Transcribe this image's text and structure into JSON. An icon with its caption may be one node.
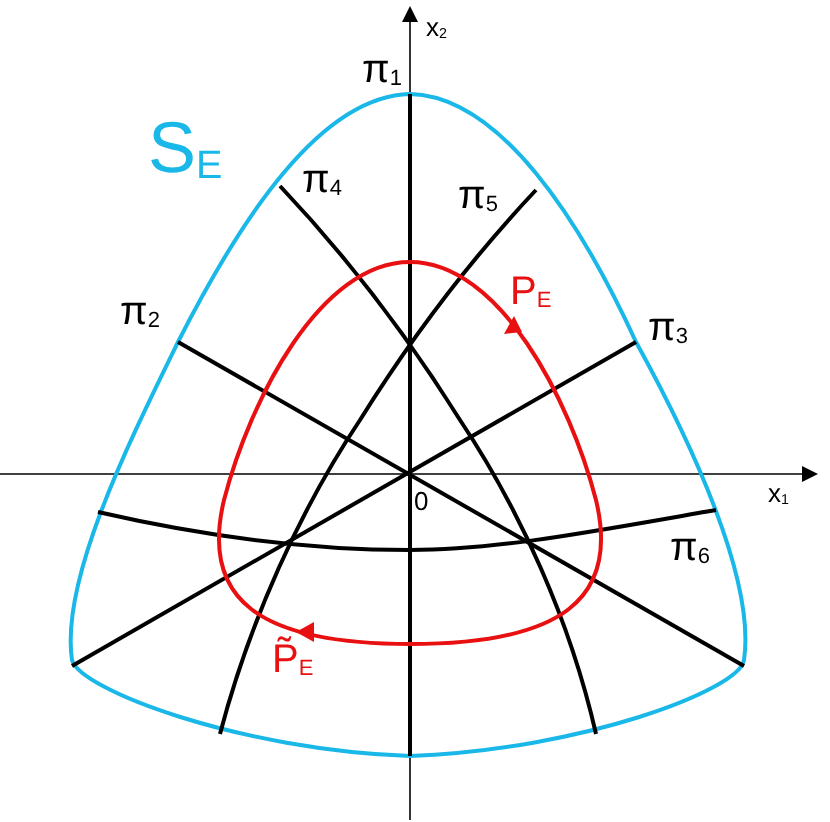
{
  "diagram": {
    "labels": [
      "x$_{2}$",
      "π$_{1}$",
      "S$_{E}$",
      "π$_{4}$",
      "π$_{5}$",
      "P$_{E}$",
      "π$_{2}$",
      "π$_{3}$",
      "x$_{1}$",
      "0",
      "π$_{6}$",
      "P̃$_{E}$"
    ]
  }
}
